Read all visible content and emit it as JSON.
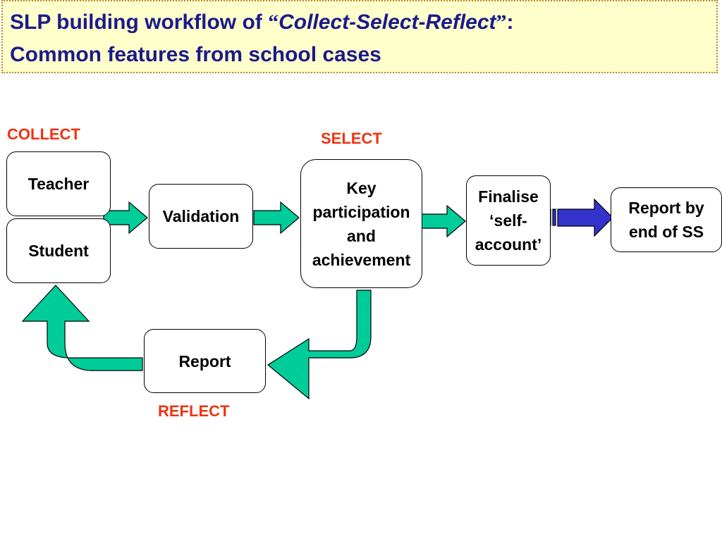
{
  "title": {
    "line1_prefix": "SLP building workflow of ",
    "open_quote": "“",
    "emphasis": "Collect-Select-Reflect",
    "close_quote": "”",
    "colon": ":",
    "line2": "Common features from school cases"
  },
  "stages": {
    "collect": "COLLECT",
    "select": "SELECT",
    "reflect": "REFLECT"
  },
  "nodes": {
    "teacher": "Teacher",
    "student": "Student",
    "validation": "Validation",
    "key": "Key\nparticipation\nand\nachievement",
    "finalise": "Finalise\n‘self-\naccount’",
    "report_end": "Report by\nend of SS",
    "report": "Report"
  },
  "colors": {
    "title_text": "#1a1a8c",
    "title_background": "#ffffcc",
    "stage_label": "#ee3311",
    "arrow_green": "#00cc99",
    "arrow_blue": "#3333cc"
  }
}
